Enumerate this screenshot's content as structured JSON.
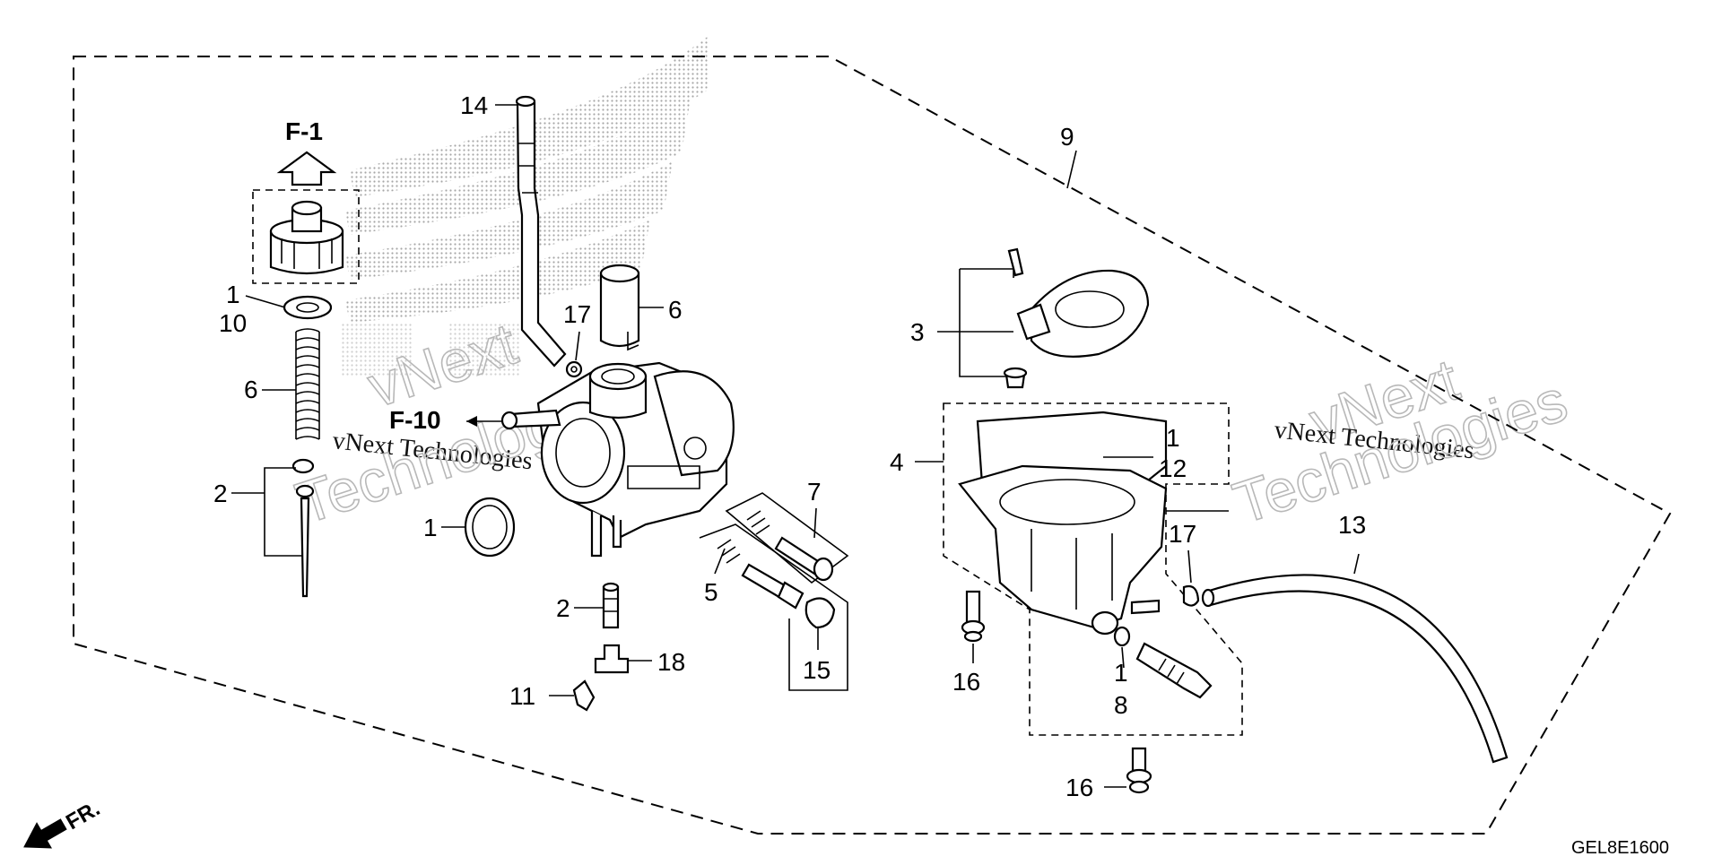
{
  "diagram": {
    "code": "GEL8E1600",
    "front_marker": "FR.",
    "reference_labels": [
      "F-1",
      "F-10"
    ],
    "watermark": {
      "top": "vNext",
      "middle": "vNext Technologies",
      "bottom": "Technologies"
    },
    "callouts": {
      "c1a": "1",
      "c10": "10",
      "c6a": "6",
      "c2a": "2",
      "c14": "14",
      "c17a": "17",
      "c6b": "6",
      "c1b": "1",
      "c2b": "2",
      "c18": "18",
      "c11": "11",
      "c7": "7",
      "c5": "5",
      "c15": "15",
      "c9": "9",
      "c3": "3",
      "c4": "4",
      "c1c": "1",
      "c12": "12",
      "c17b": "17",
      "c13": "13",
      "c16a": "16",
      "c1d": "1",
      "c8": "8",
      "c16b": "16"
    }
  }
}
